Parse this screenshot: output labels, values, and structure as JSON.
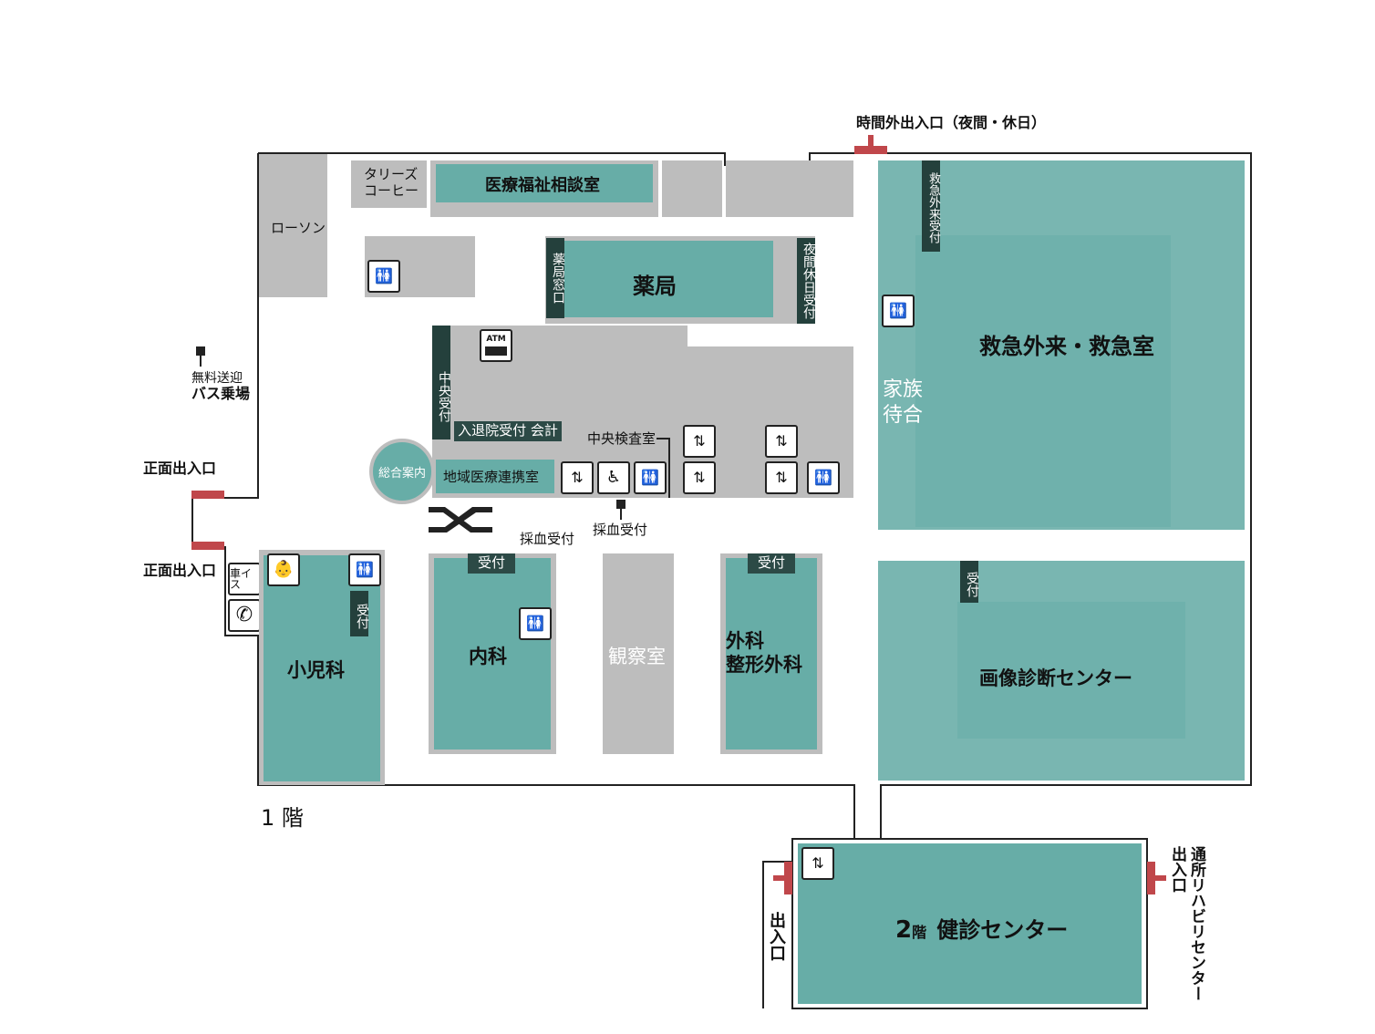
{
  "floor_label": "1 階",
  "entrances": {
    "after_hours": "時間外出入口（夜間・休日）",
    "main_top": "正面出入口",
    "main_bottom": "正面出入口",
    "kenshin": "出入口",
    "rehab_line1": "通所リハビリセンター",
    "rehab_line2": "出入口"
  },
  "bus_stop": {
    "line1": "無料送迎",
    "line2": "バス乗場"
  },
  "rooms": {
    "lawson": "ローソン",
    "tullys": "タリーズ\nコーヒー",
    "social_welfare": "医療福祉相談室",
    "pharmacy": "薬局",
    "pharmacy_window": "薬局窓口",
    "night_holiday_reception": "夜間休日受付",
    "central_reception": "中央受付",
    "admission_discharge": "入退院受付 会計",
    "general_info": "総合案内",
    "regional_cooperation": "地域医療連携室",
    "central_lab": "中央検査室",
    "blood_draw_1": "採血受付",
    "blood_draw_2": "採血受付",
    "emergency_reception": "救急外来受付",
    "emergency": "救急外来・救急室",
    "family_waiting": "家族\n待合",
    "pediatrics": "小児科",
    "pediatrics_reception": "受付",
    "internal_medicine": "内科",
    "internal_reception": "受付",
    "observation": "観察室",
    "surgery": "外科\n整形外科",
    "surgery_reception": "受付",
    "imaging": "画像診断センター",
    "imaging_reception": "受付",
    "health_check_floor": "2",
    "health_check_floor_suffix": "階",
    "health_check": "健診センター"
  },
  "icons": {
    "atm": "ATM",
    "wheelchair": "車イス",
    "restroom": "restroom-icon",
    "elevator": "elevator-icon",
    "accessible": "wheelchair-icon",
    "baby": "baby-icon",
    "phone": "phone-icon",
    "escalator": "escalator-icon"
  },
  "colors": {
    "teal": "#67ada7",
    "gray": "#bdbdbd",
    "door": "#c0474b",
    "dark_tag": "#24403c"
  }
}
